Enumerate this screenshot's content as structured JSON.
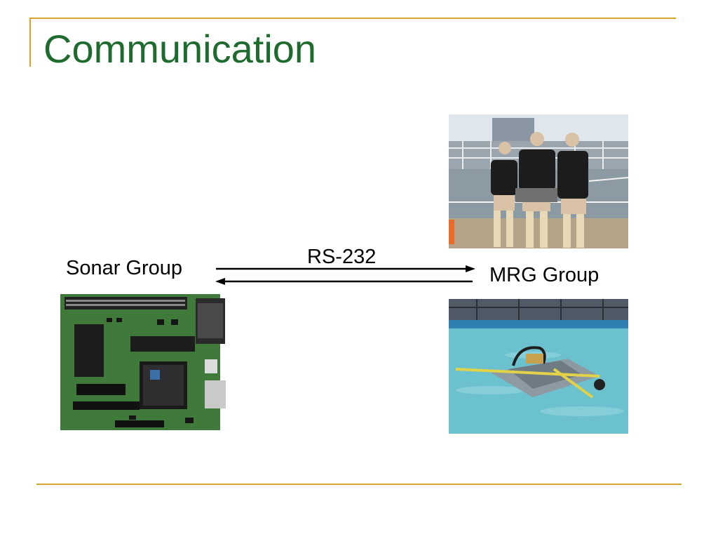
{
  "slide": {
    "title": "Communication",
    "left_label": "Sonar Group",
    "right_label": "MRG Group",
    "link_label": "RS-232",
    "images": {
      "team_photo": "team-photo",
      "circuit_board": "circuit-board-photo",
      "pool_robot": "underwater-robot-photo"
    }
  },
  "colors": {
    "title": "#1e6b2e",
    "accent_rule": "#d4a72c"
  }
}
